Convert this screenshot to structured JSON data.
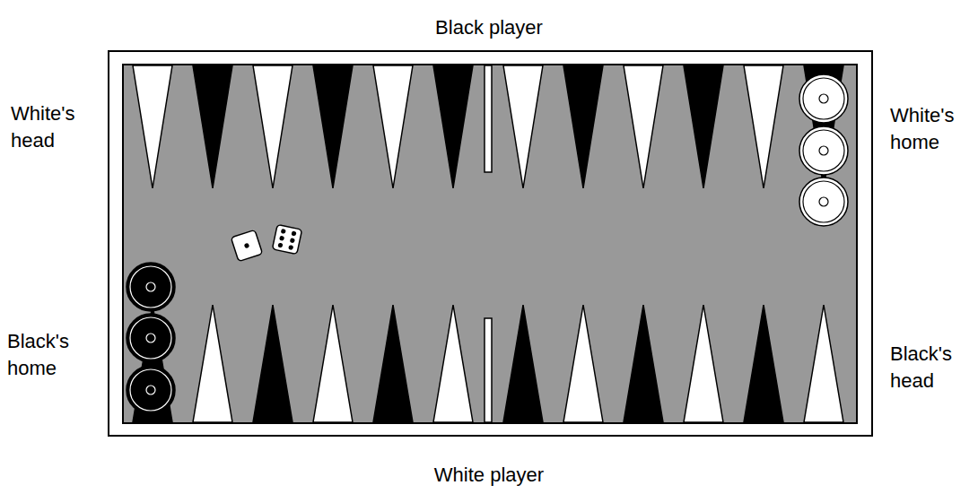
{
  "diagram": {
    "labels": [
      "Black player",
      "White's head",
      "White's home",
      "Black's home",
      "Black's head",
      "White player"
    ]
  }
}
